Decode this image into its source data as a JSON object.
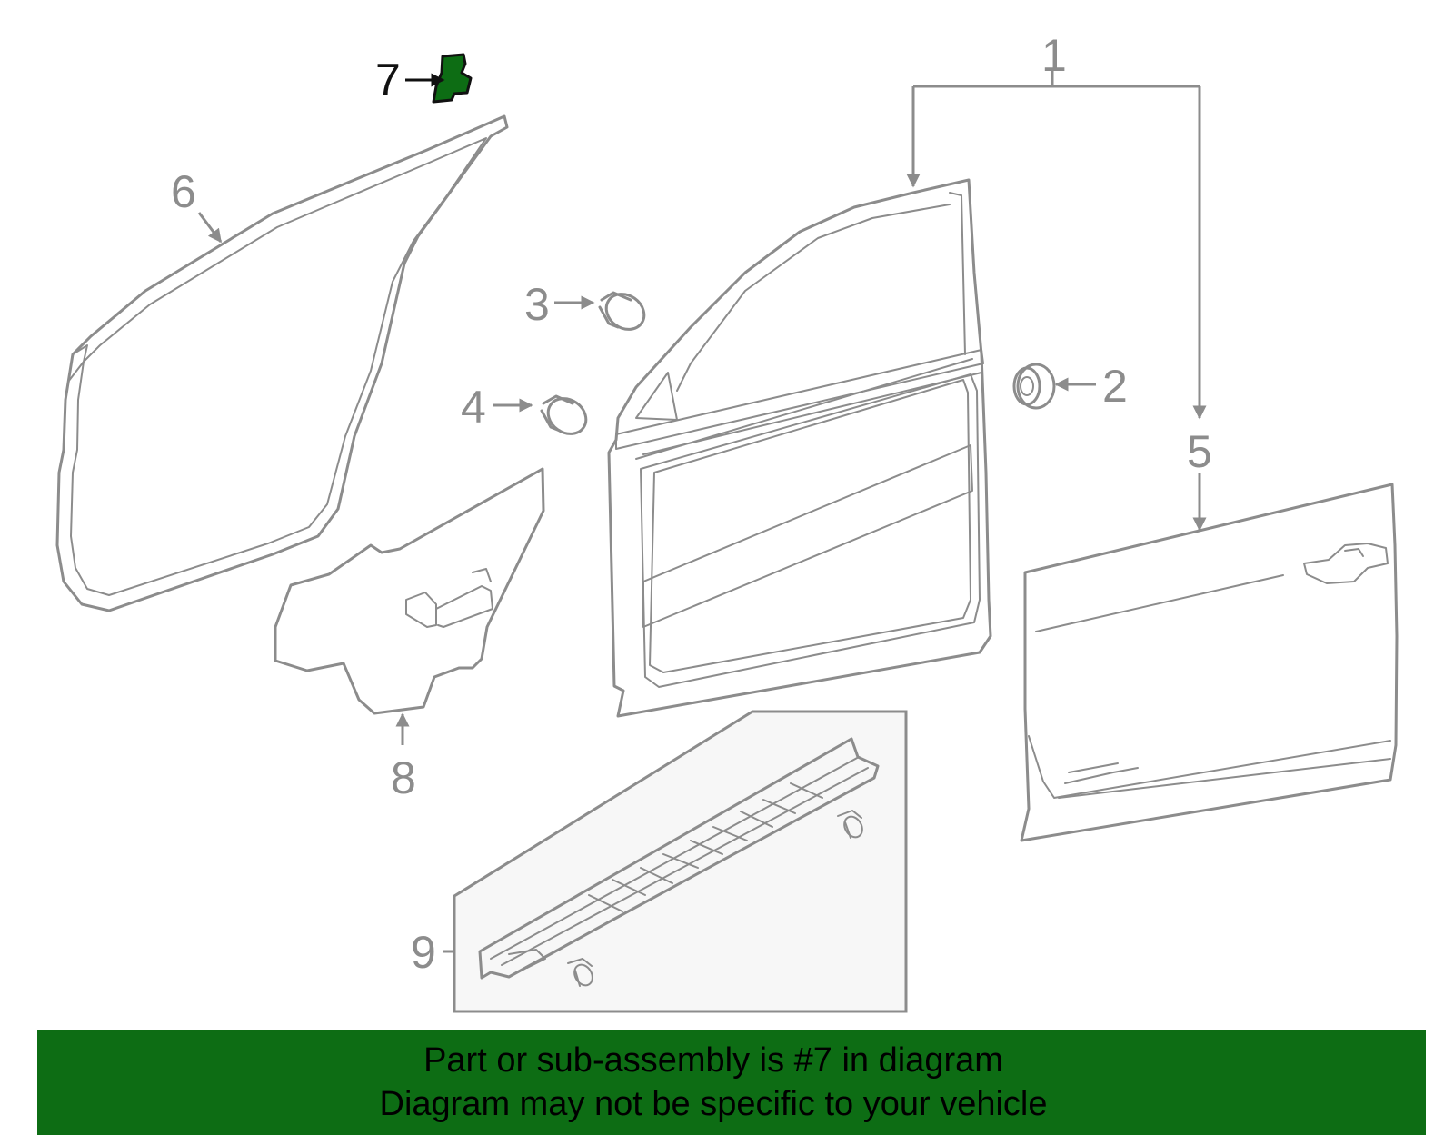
{
  "callouts": {
    "c1": "1",
    "c2": "2",
    "c3": "3",
    "c4": "4",
    "c5": "5",
    "c6": "6",
    "c7": "7",
    "c8": "8",
    "c9": "9"
  },
  "highlight": {
    "part_number": "7",
    "color": "#0d6d14"
  },
  "banner": {
    "line1": "Part or sub-assembly is #7 in diagram",
    "line2": "Diagram may not be specific to your vehicle"
  },
  "colors": {
    "line": "#8c8c8c",
    "banner_bg": "#0d6d14",
    "inset_bg": "#f7f7f7"
  }
}
